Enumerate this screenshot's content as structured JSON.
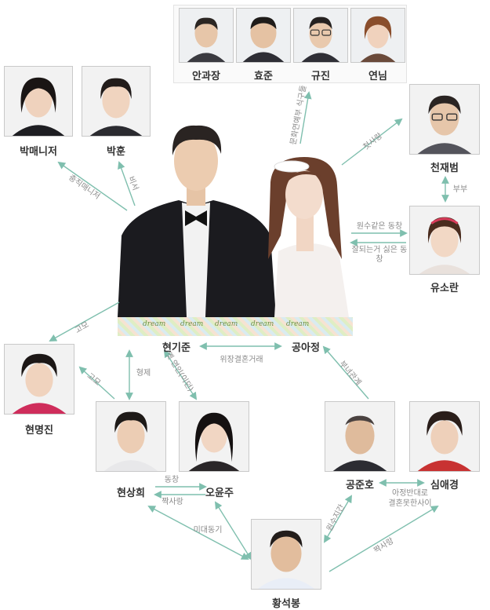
{
  "people": {
    "ankwajang": "안과장",
    "hyojun": "효준",
    "gyujin": "규진",
    "yeonnim": "연님",
    "manager": "박매니저",
    "parkhoon": "박훈",
    "cheonjaebeom": "천재범",
    "yusoran": "유소란",
    "hyeongijun": "현기준",
    "gongajeong": "공아정",
    "hyeonmyeongjin": "현명진",
    "hyeonsanghui": "현상희",
    "ohyunju": "오윤주",
    "gongjunho": "공준호",
    "simaekyeong": "심애경",
    "hwangseokbong": "황석봉"
  },
  "relations": {
    "workplace": "문화연예부 식구들",
    "firstlove": "첫사랑",
    "couple": "부부",
    "rival_colleague": "원수같은 동창",
    "jealous_colleague": "잘되는거 싫은 동창",
    "manager": "충직매니저",
    "secretary": "비서",
    "aunt": "고모",
    "aunt2": "고모",
    "fake_marriage": "위장결혼거래",
    "father_daughter": "부녀관계",
    "brothers": "형제",
    "ex_lover": "옛 연인(이던)",
    "classmates": "동창",
    "crush": "짝사랑",
    "college_mates": "미대동기",
    "in_laws": "결혼못한사이",
    "in_laws_sub": "아정반대로",
    "friends": "원수지간",
    "crush2": "짝사랑"
  },
  "banner": {
    "words": [
      "dream",
      "dream",
      "dream",
      "dream",
      "dream"
    ]
  },
  "colors": {
    "arrow": "#7fbfae",
    "name_text": "#333333",
    "relation_text": "#8a8a8a"
  }
}
